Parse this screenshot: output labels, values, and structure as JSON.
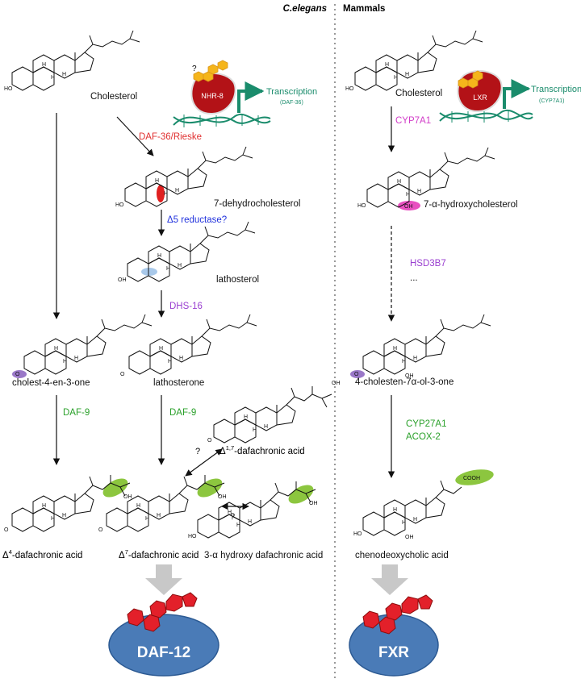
{
  "headers": {
    "left": "C.elegans",
    "right": "Mammals"
  },
  "colors": {
    "enzyme_red": "#e03030",
    "enzyme_purple": "#9a3fd0",
    "enzyme_green": "#2aa02a",
    "enzyme_blue": "#2233dd",
    "enzyme_magenta": "#d23cc8",
    "teal": "#1a8c6c",
    "receptor_blue": "#4a7bb7",
    "ligand_red": "#e3202a",
    "highlight_green": "#8cc63f",
    "highlight_purple": "#9a78c8",
    "highlight_pink": "#e850c0",
    "highlight_red": "#e02020",
    "highlight_light_blue": "#a9c9ea",
    "gray_arrow": "#c8c8c8"
  },
  "left": {
    "nhr8": {
      "receptor": "NHR-8",
      "question": "?",
      "transcription": "Transcription",
      "target": "(DAF-36)"
    },
    "cholesterol": "Cholesterol",
    "daf36": "DAF-36/Rieske",
    "dehydro": "7-dehydrocholesterol",
    "reductase": "Δ5 reductase?",
    "lathosterol": "lathosterol",
    "dhs16": "DHS-16",
    "cholestenone": "cholest-4-en-3-one",
    "lathosterone": "lathosterone",
    "daf9_left": "DAF-9",
    "daf9_right": "DAF-9",
    "d17": {
      "delta": "Δ",
      "sup": "1,7",
      "rest": "-dafachronic acid"
    },
    "q1": "?",
    "q2": "?",
    "d4": {
      "delta": "Δ",
      "sup": "4",
      "rest": "-dafachronic acid"
    },
    "d7": {
      "delta": "Δ",
      "sup": "7",
      "rest": "-dafachronic acid"
    },
    "hydroxy": "3-α hydroxy dafachronic acid",
    "receptor": "DAF-12"
  },
  "right": {
    "lxr": {
      "receptor": "LXR",
      "transcription": "Transcription",
      "target": "(CYP7A1)"
    },
    "cholesterol": "Cholesterol",
    "cyp7a1": "CYP7A1",
    "hydroxychol": "7-α-hydroxycholesterol",
    "hsd3b7": "HSD3B7",
    "dots": "...",
    "cholesten": "4-cholesten-7α-ol-3-one",
    "cyp27a1": "CYP27A1",
    "acox2": "ACOX-2",
    "cheno": "chenodeoxycholic acid",
    "cooh": "COOH",
    "receptor": "FXR"
  },
  "atoms": {
    "ho": "HO",
    "h": "H",
    "o": "O",
    "oh": "OH"
  }
}
